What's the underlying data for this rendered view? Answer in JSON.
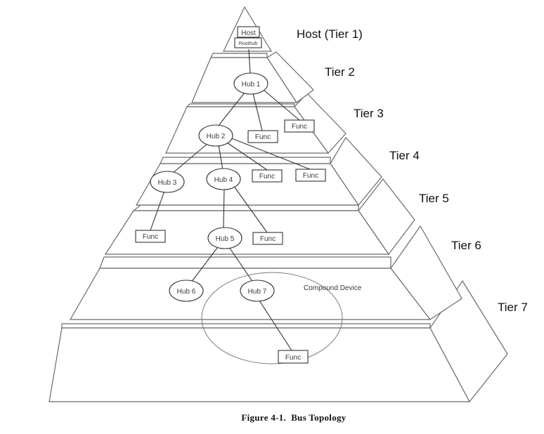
{
  "tiers": [
    {
      "id": "t1",
      "label": "Host (Tier 1)"
    },
    {
      "id": "t2",
      "label": "Tier 2"
    },
    {
      "id": "t3",
      "label": "Tier 3"
    },
    {
      "id": "t4",
      "label": "Tier 4"
    },
    {
      "id": "t5",
      "label": "Tier 5"
    },
    {
      "id": "t6",
      "label": "Tier 6"
    },
    {
      "id": "t7",
      "label": "Tier 7"
    }
  ],
  "host": {
    "label": "Host",
    "root_hub_label": "Roothub"
  },
  "hubs": [
    {
      "id": "hub1",
      "label": "Hub 1"
    },
    {
      "id": "hub2",
      "label": "Hub 2"
    },
    {
      "id": "hub3",
      "label": "Hub 3"
    },
    {
      "id": "hub4",
      "label": "Hub 4"
    },
    {
      "id": "hub5",
      "label": "Hub 5"
    },
    {
      "id": "hub6",
      "label": "Hub 6"
    },
    {
      "id": "hub7",
      "label": "Hub 7"
    }
  ],
  "functions": [
    {
      "id": "f_t3_a",
      "label": "Func"
    },
    {
      "id": "f_t3_b",
      "label": "Func"
    },
    {
      "id": "f_t4_a",
      "label": "Func"
    },
    {
      "id": "f_t4_b",
      "label": "Func"
    },
    {
      "id": "f_t5_a",
      "label": "Func"
    },
    {
      "id": "f_t5_b",
      "label": "Func"
    },
    {
      "id": "f_t7",
      "label": "Func"
    }
  ],
  "connections": [
    [
      "host",
      "hub1"
    ],
    [
      "hub1",
      "hub2"
    ],
    [
      "hub1",
      "f_t3_a"
    ],
    [
      "hub1",
      "f_t3_b"
    ],
    [
      "hub2",
      "hub3"
    ],
    [
      "hub2",
      "hub4"
    ],
    [
      "hub2",
      "f_t4_a"
    ],
    [
      "hub2",
      "f_t4_b"
    ],
    [
      "hub3",
      "f_t5_a"
    ],
    [
      "hub4",
      "hub5"
    ],
    [
      "hub4",
      "f_t5_b"
    ],
    [
      "hub5",
      "hub6"
    ],
    [
      "hub5",
      "hub7"
    ],
    [
      "hub7",
      "f_t7"
    ]
  ],
  "compound_device": {
    "label": "Compound Device"
  },
  "caption": "Figure 4-1.  Bus Topology"
}
